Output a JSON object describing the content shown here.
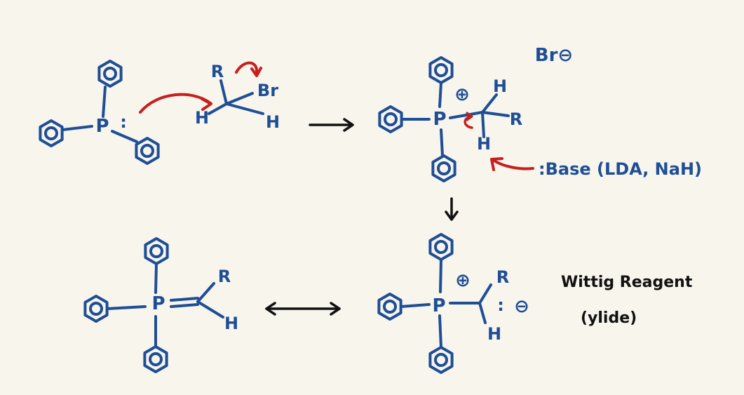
{
  "colors": {
    "background": "#f7f5ec",
    "ink_blue": "#1f4e96",
    "ink_red": "#c81e1e",
    "ink_black": "#111111"
  },
  "atoms": {
    "phosphorus": "P",
    "hydrogen": "H",
    "r_group": "R",
    "bromine": "Br"
  },
  "symbols": {
    "lone_pair": ":",
    "positive_charge": "⊕",
    "negative_charge": "⊖",
    "bromide_ion": "Br⊖"
  },
  "labels": {
    "base": ":Base (LDA, NaH)",
    "reagent_name": "Wittig Reagent",
    "reagent_alias": "(ylide)"
  }
}
